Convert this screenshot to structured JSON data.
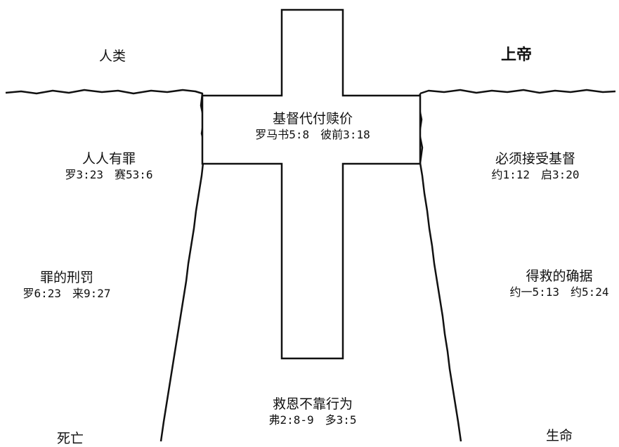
{
  "labels": {
    "humanity": "人类",
    "god": "上帝",
    "cross_title": "基督代付赎价",
    "cross_ref": "罗马书5:8　彼前3:18",
    "all_sinned_title": "人人有罪",
    "all_sinned_ref": "罗3:23　赛53:6",
    "penalty_title": "罪的刑罚",
    "penalty_ref": "罗6:23　来9:27",
    "death": "死亡",
    "receive_title": "必须接受基督",
    "receive_ref": "约1:12　启3:20",
    "assurance_title": "得救的确据",
    "assurance_ref": "约一5:13　约5:24",
    "life": "生命",
    "grace_title": "救恩不靠行为",
    "grace_ref": "弗2:8-9　多3:5"
  },
  "colors": {
    "line": "#111111",
    "background": "#ffffff"
  }
}
